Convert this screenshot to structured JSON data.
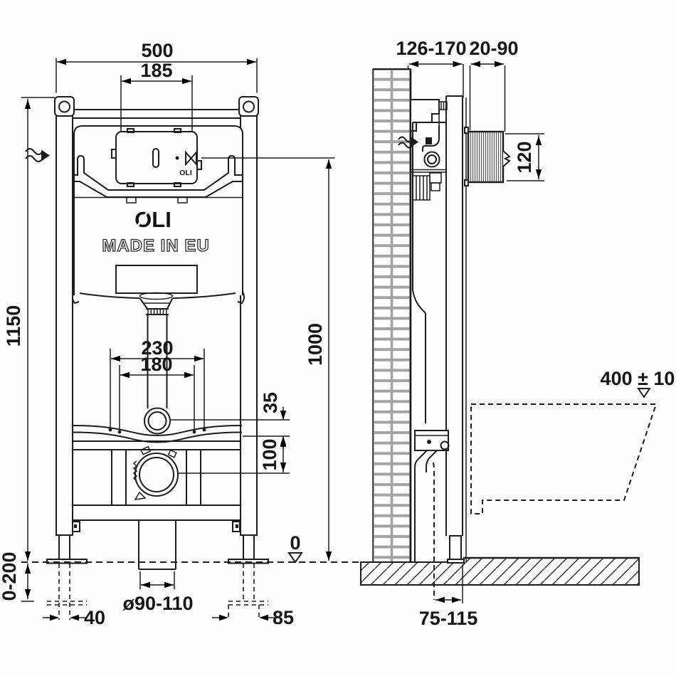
{
  "front": {
    "width": "500",
    "panel_width": "185",
    "height": "1150",
    "brand": "OLI",
    "made_in": "MADE IN EU",
    "panel_logo": "OLI",
    "spacing_outer": "230",
    "spacing_inner": "180",
    "flush_height": "1000",
    "elbow_offset": "35",
    "drain_height": "100",
    "floor_level": "0",
    "leg_range": "0-200",
    "leg_offset": "40",
    "foot_offset": "85",
    "drain_diameter": "ø90-110"
  },
  "side": {
    "depth_range": "126-170",
    "plate_depth": "20-90",
    "plate_height": "120",
    "bowl_height": "400 ± 10",
    "outlet_offset": "75-115"
  }
}
